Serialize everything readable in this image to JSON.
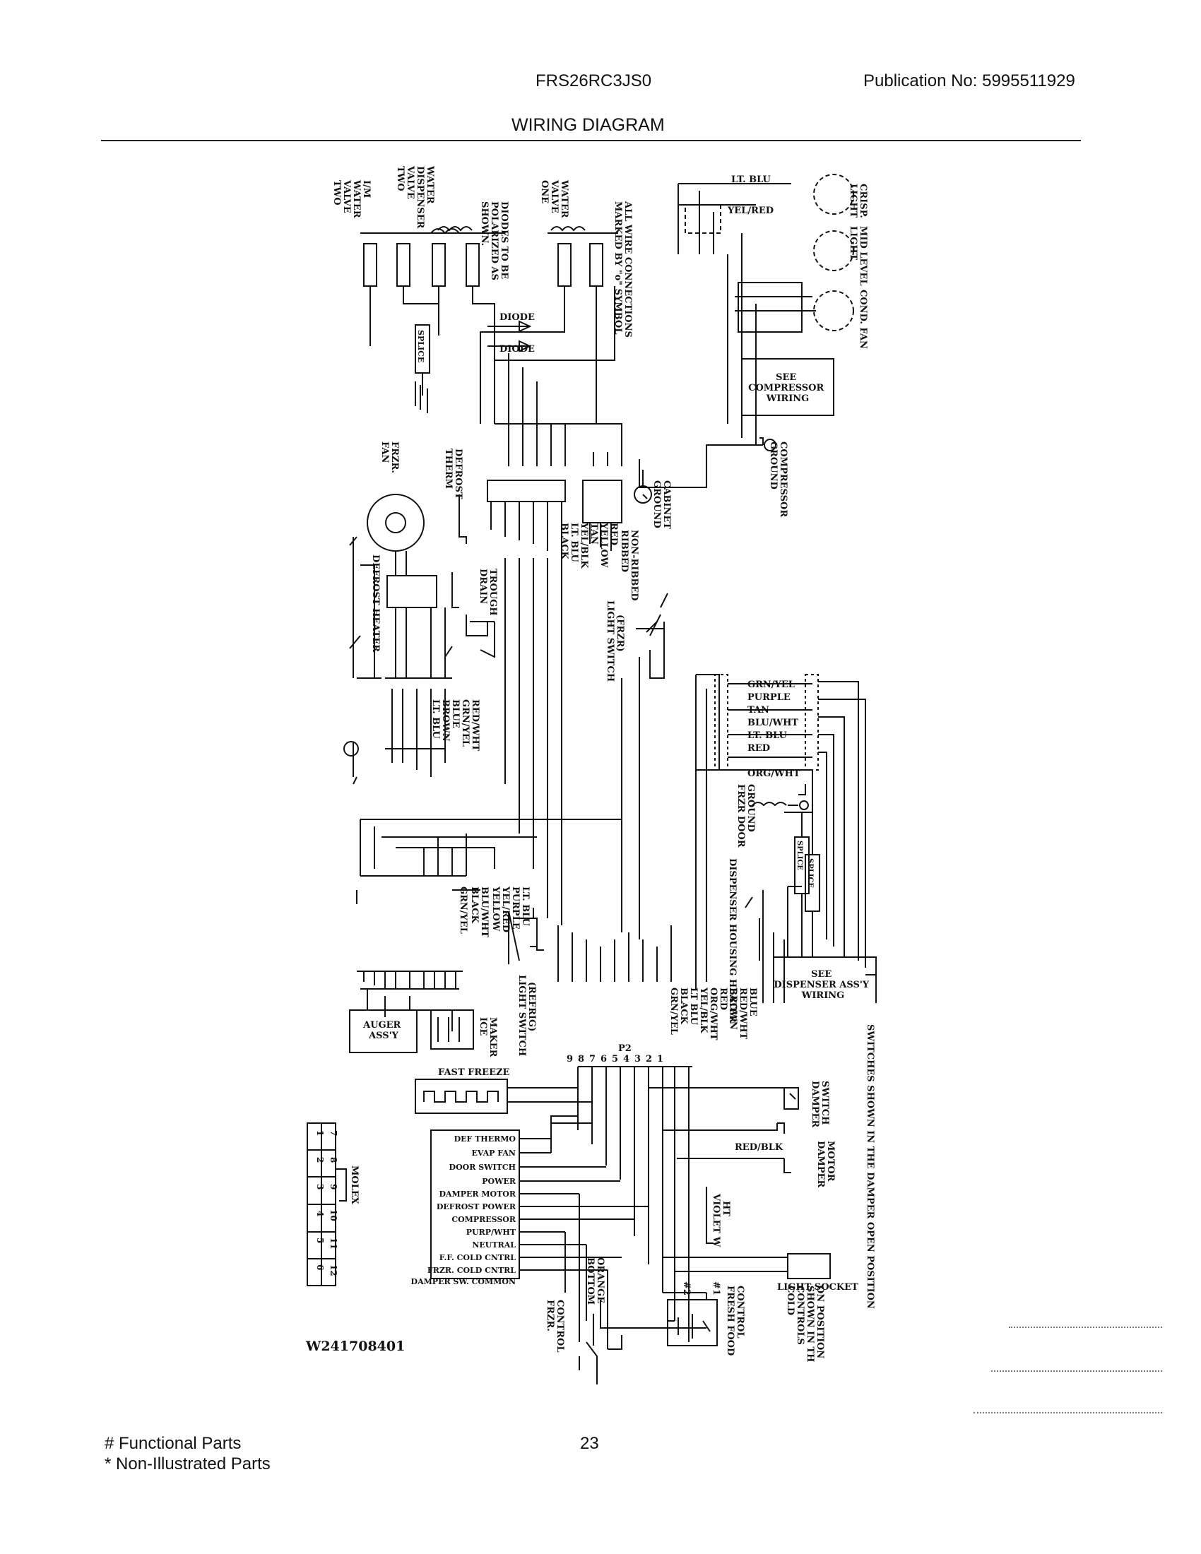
{
  "header": {
    "model": "FRS26RC3JS0",
    "publication": "Publication No:  5995511929",
    "title": "WIRING DIAGRAM"
  },
  "diagram": {
    "part_number": "W241708401",
    "labels": {
      "ice_water_valve": [
        "I/M",
        "WATER",
        "VALVE",
        "TWO"
      ],
      "dispenser_valve": [
        "WATER",
        "DISPENSER",
        "VALVE",
        "TWO"
      ],
      "diodes_note": [
        "DIODES TO BE",
        "POLARIZED AS",
        "SHOWN."
      ],
      "water_valve_one": [
        "WATER",
        "VALVE",
        "ONE"
      ],
      "connections_note": [
        "ALL WIRE CONNECTIONS",
        "MARKED BY \"o\" SYMBOL"
      ],
      "diode_1": "DIODE",
      "diode_2": "DIODE",
      "splice_1": "SPLICE",
      "lt_blu_top": "LT. BLU",
      "yel_red_top": "YEL/RED",
      "crisp_light": [
        "CRISP.",
        "LIGHT"
      ],
      "mid_level_light": [
        "MID LEVEL",
        "LIGHT"
      ],
      "cond_fan": "COND. FAN",
      "see_compressor": [
        "SEE",
        "COMPRESSOR",
        "WIRING"
      ],
      "compressor_ground": [
        "COMPRESSOR",
        "GROUND"
      ],
      "cabinet_ground": [
        "CABINET",
        "GROUND"
      ],
      "frzr_fan": [
        "FRZR.",
        "FAN"
      ],
      "defrost_therm": [
        "DEFROST",
        "THERM"
      ],
      "harness_1": [
        "BLACK",
        "LT. BLU",
        "YEL/BLK",
        "TAN",
        "YELLOW",
        "RED"
      ],
      "ribbed": [
        "RIBBED",
        "NON-RIBBED"
      ],
      "defrost_heater": "DEFROST HEATER",
      "drain_trough": [
        "DRAIN",
        "TROUGH"
      ],
      "light_switch_frzr": [
        "LIGHT SWITCH",
        "(FRZR)"
      ],
      "harness_2": [
        "LT. BLU",
        "BROWN",
        "BLUE",
        "GRN/YEL",
        "RED/WHT"
      ],
      "harness_3": [
        "GRN/YEL",
        "PURPLE",
        "TAN",
        "BLU/WHT",
        "LT. BLU",
        "RED",
        "ORG/WHT"
      ],
      "frzr_door_ground": [
        "FRZR DOOR",
        "GROUND"
      ],
      "splice_2": "SPLICE",
      "splice_3": "SPLICE",
      "dispenser_housing_heater": "DISPENSER HOUSING HEATER",
      "harness_4": [
        "GRN/YEL",
        "BLACK",
        "BLU/WHT",
        "YELLOW",
        "YEL/RED",
        "PURPLE",
        "LT. BLU"
      ],
      "light_switch_refrig": [
        "LIGHT SWITCH",
        "(REFRIG)"
      ],
      "harness_5": [
        "GRN/YEL",
        "BLACK",
        "LT BLU",
        "YEL/BLK",
        "ORG/WHT",
        "RED",
        "BROWN",
        "RED/WHT",
        "BLUE"
      ],
      "see_dispenser": [
        "SEE",
        "DISPENSER ASS'Y",
        "WIRING"
      ],
      "switches_note": "SWITCHES SHOWN IN THE DAMPER OPEN POSITION",
      "auger": [
        "AUGER",
        "ASS'Y"
      ],
      "ice_maker": [
        "ICE",
        "MAKER"
      ],
      "p2": "P2",
      "p2_pins": [
        "1",
        "2",
        "3",
        "4",
        "5",
        "6",
        "7",
        "8",
        "9"
      ],
      "fast_freeze": "FAST FREEZE",
      "damper_switch": [
        "DAMPER",
        "SWITCH"
      ],
      "red_blk": "RED/BLK",
      "damper_motor": [
        "DAMPER",
        "MOTOR"
      ],
      "molex": "MOLEX",
      "molex_pins": [
        "7",
        "8",
        "9",
        "10",
        "11",
        "12",
        "1",
        "2",
        "3",
        "4",
        "5",
        "6"
      ],
      "control_terms": [
        "DEF THERMO",
        "EVAP FAN",
        "DOOR SWITCH",
        "POWER",
        "DAMPER MOTOR",
        "DEFROST POWER",
        "COMPRESSOR",
        "PURP/WHT",
        "NEUTRAL",
        "F.F. COLD CNTRL",
        "FRZR. COLD CNTRL",
        "DAMPER SW. COMMON"
      ],
      "violet_wh": [
        "VIOLET W",
        "HT"
      ],
      "light_socket": "LIGHT SOCKET",
      "bottom_orange": [
        "BOTTOM",
        "ORANGE"
      ],
      "frzr_control": [
        "FRZR.",
        "CONTROL"
      ],
      "pos_2": "#2",
      "pos_1": "#1",
      "fresh_food_control": [
        "FRESH FOOD",
        "CONTROL"
      ],
      "cold_controls": [
        "COLD",
        "CONTROLS",
        "SHOWN IN TH",
        "ON POSITION"
      ]
    }
  },
  "footer": {
    "functional": "# Functional Parts",
    "non_illustrated": "* Non-Illustrated Parts",
    "page": "23"
  }
}
